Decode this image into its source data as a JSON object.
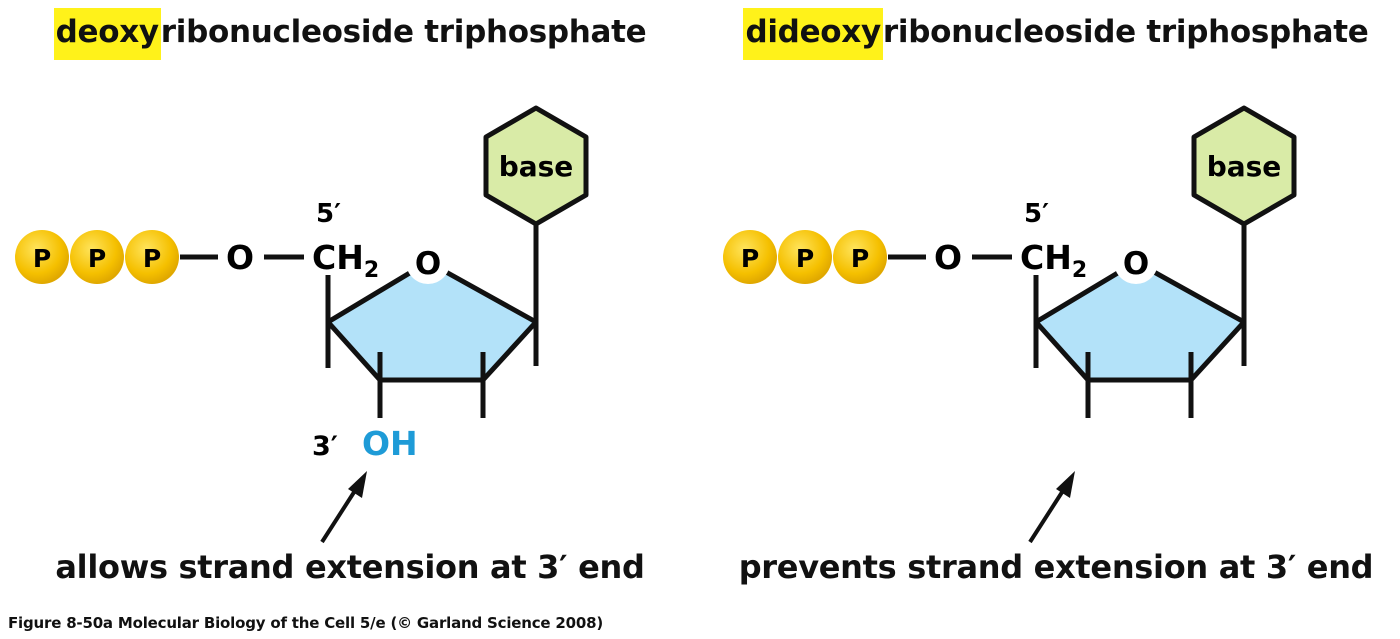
{
  "left": {
    "title_highlight": "deoxy",
    "title_rest": "ribonucleoside triphosphate",
    "phosphates": [
      "P",
      "P",
      "P"
    ],
    "oxygen": "O",
    "ch2": "CH",
    "ch2_sub": "2",
    "ring_oxygen": "O",
    "base": "base",
    "prime5": "5′",
    "prime3": "3′",
    "oh": "OH",
    "caption": "allows strand extension at 3′ end"
  },
  "right": {
    "title_highlight": "dideoxy",
    "title_rest": "ribonucleoside triphosphate",
    "phosphates": [
      "P",
      "P",
      "P"
    ],
    "oxygen": "O",
    "ch2": "CH",
    "ch2_sub": "2",
    "ring_oxygen": "O",
    "base": "base",
    "prime5": "5′",
    "caption": "prevents strand extension at 3′ end"
  },
  "footer": "Figure 8-50a  Molecular Biology of the Cell 5/e (© Garland Science 2008)",
  "colors": {
    "highlight": "#fff21a",
    "phosphate": "#f5c000",
    "sugar_ring": "#b3e2f9",
    "base": "#d9eba7",
    "hydroxyl": "#1e9bd7"
  }
}
